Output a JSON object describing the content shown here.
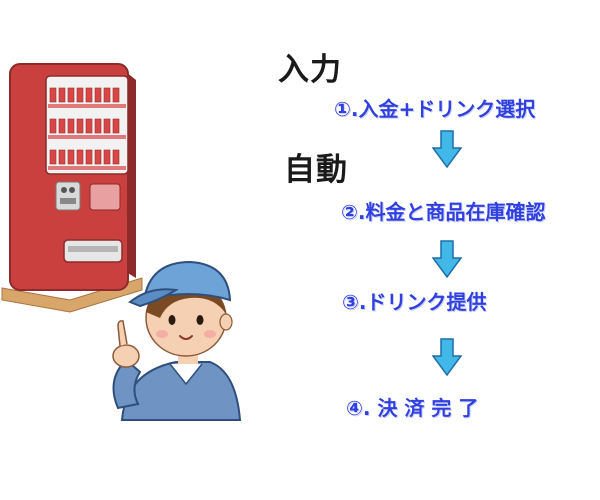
{
  "labels": {
    "input": "入力",
    "automatic": "自動"
  },
  "steps": [
    {
      "text": "①.入金+ドリンク選択"
    },
    {
      "text": "②.料金と商品在庫確認"
    },
    {
      "text": "③.ドリンク提供"
    },
    {
      "text": "④. 決 済 完 了"
    }
  ],
  "icons": [
    "vending-machine-icon",
    "worker-pointing-icon",
    "down-arrow-icon"
  ],
  "colors": {
    "step_text": "#2f3fe0",
    "arrow_fill": "#41b8e8",
    "arrow_stroke": "#1e6fa8",
    "machine_red": "#c9403f",
    "cap_blue": "#6ea3d8"
  }
}
